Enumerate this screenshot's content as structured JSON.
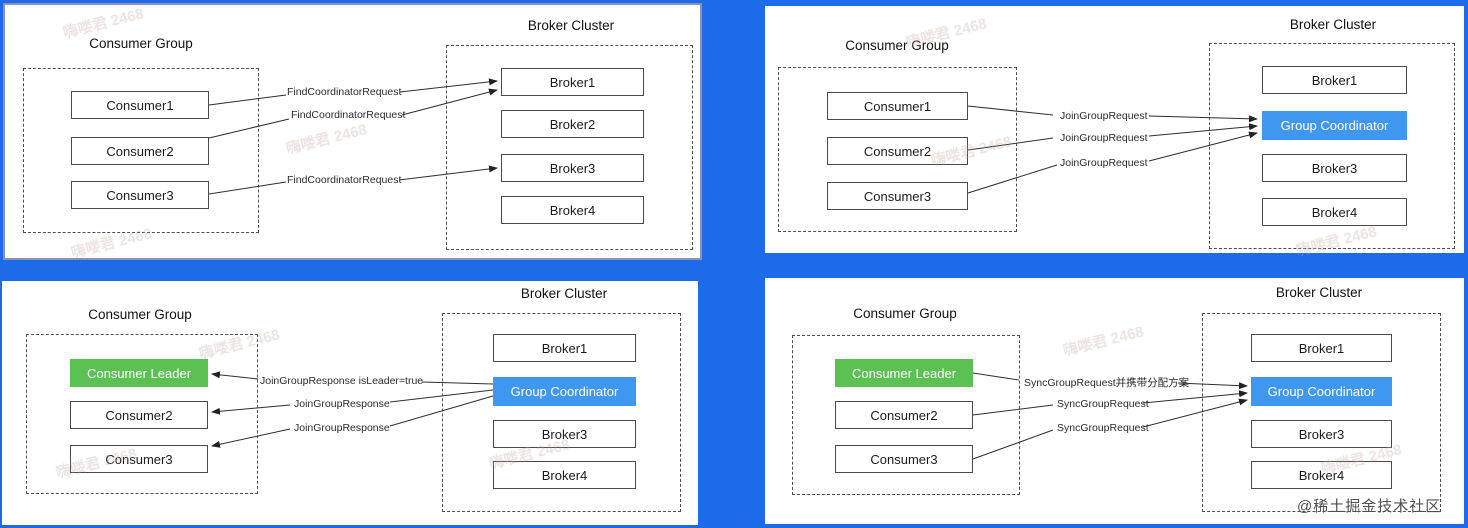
{
  "page": {
    "background_color": "#1e6be9"
  },
  "colors": {
    "coordinator_blue": "#3f97f0",
    "leader_green": "#5bc153"
  },
  "watermarks": {
    "user_text": "嗨喽君 2468",
    "site_credit": "@稀土掘金技术社区"
  },
  "panels": {
    "find_coordinator": {
      "consumer_group_title": "Consumer Group",
      "broker_cluster_title": "Broker Cluster",
      "consumers": [
        "Consumer1",
        "Consumer2",
        "Consumer3"
      ],
      "brokers": [
        "Broker1",
        "Broker2",
        "Broker3",
        "Broker4"
      ],
      "arrow_labels": [
        "FindCoordinatorRequest",
        "FindCoordinatorRequest",
        "FindCoordinatorRequest"
      ]
    },
    "join_group_request": {
      "consumer_group_title": "Consumer Group",
      "broker_cluster_title": "Broker Cluster",
      "consumers": [
        "Consumer1",
        "Consumer2",
        "Consumer3"
      ],
      "brokers": [
        "Broker1",
        "Group Coordinator",
        "Broker3",
        "Broker4"
      ],
      "arrow_labels": [
        "JoinGroupRequest",
        "JoinGroupRequest",
        "JoinGroupRequest"
      ]
    },
    "join_group_response": {
      "consumer_group_title": "Consumer Group",
      "broker_cluster_title": "Broker Cluster",
      "consumers": [
        "Consumer Leader",
        "Consumer2",
        "Consumer3"
      ],
      "brokers": [
        "Broker1",
        "Group Coordinator",
        "Broker3",
        "Broker4"
      ],
      "arrow_labels": [
        "JoinGroupResponse isLeader=true",
        "JoinGroupResponse",
        "JoinGroupResponse"
      ]
    },
    "sync_group_request": {
      "consumer_group_title": "Consumer Group",
      "broker_cluster_title": "Broker Cluster",
      "consumers": [
        "Consumer Leader",
        "Consumer2",
        "Consumer3"
      ],
      "brokers": [
        "Broker1",
        "Group Coordinator",
        "Broker3",
        "Broker4"
      ],
      "arrow_labels": [
        "SyncGroupRequest并携带分配方案",
        "SyncGroupRequest",
        "SyncGroupRequest"
      ]
    }
  }
}
